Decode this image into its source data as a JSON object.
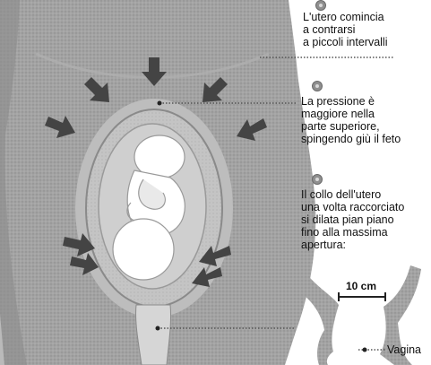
{
  "steps": [
    {
      "icon": "step-1-icon",
      "lines": [
        "L'utero comincia",
        "a contrarsi",
        "a piccoli intervalli"
      ]
    },
    {
      "icon": "step-2-icon",
      "lines": [
        "La pressione è",
        "maggiore nella",
        "parte superiore,",
        "spingendo giù il feto"
      ]
    },
    {
      "icon": "step-3-icon",
      "lines": [
        "Il collo dell'utero",
        "una volta raccorciato",
        "si dilata pian piano",
        "fino alla massima",
        "apertura:"
      ]
    }
  ],
  "cervix": {
    "measure_label": "10 cm",
    "vagina_label": "Vagina"
  },
  "colors": {
    "body": "#9a9a9a",
    "uterus_wall": "#b5b5b5",
    "fetus": "#ffffff",
    "arrow": "#444444",
    "text": "#111111"
  }
}
